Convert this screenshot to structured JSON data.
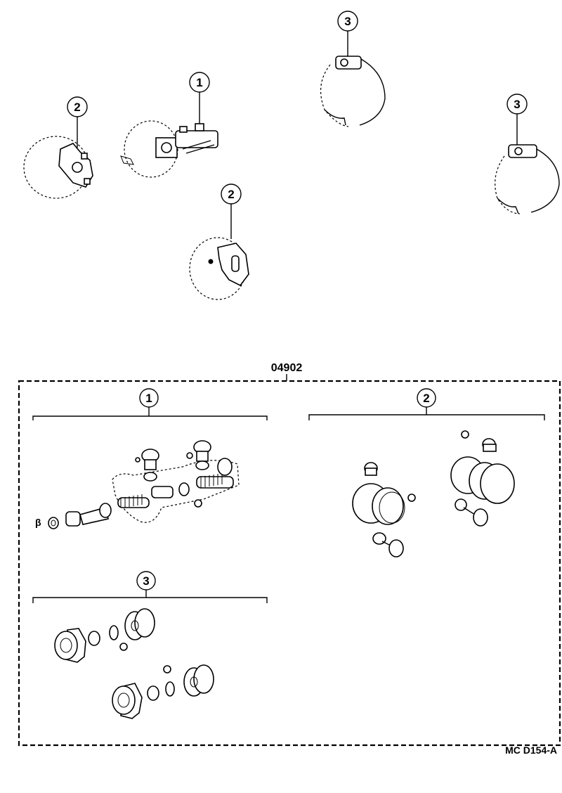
{
  "callouts": {
    "master_cylinder": "1",
    "caliper_left": "2",
    "caliper_center": "2",
    "drum_top": "3",
    "drum_right": "3"
  },
  "kit": {
    "part_number": "04902",
    "group_1_label": "1",
    "group_2_label": "2",
    "group_3_label": "3",
    "beta_mark": "β"
  },
  "footer": {
    "drawing_code": "MC  D154-A"
  }
}
